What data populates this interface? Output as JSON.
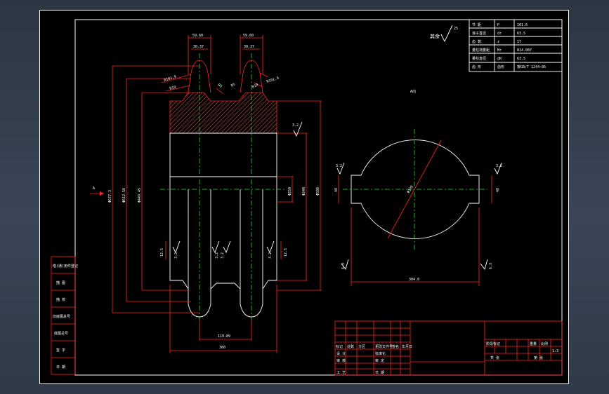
{
  "drawing": {
    "view_label": "A",
    "section_label": "A向",
    "surface_note": "其余",
    "surface_note_value": "25",
    "dims_top": {
      "left_width": "59.60",
      "right_width": "59.60",
      "left_inner": "30.37",
      "right_inner": "30.37"
    },
    "radii": {
      "left_r": "R101.9",
      "left_r2": "R10",
      "left_r3": "R5",
      "right_r": "R101.9",
      "right_r2": "R10",
      "right_r3": "R5"
    },
    "diameters": {
      "d1": "Φ677.3",
      "d2": "Φ612.58",
      "d3": "Φ449.45",
      "hub": "Φ250",
      "bore1": "Φ340",
      "bore2": "Φ580"
    },
    "roughness": {
      "r1": "3.2",
      "r2": "3.2",
      "r3": "3.2",
      "r4": "3.2",
      "r5": "3.2",
      "r6": "6.3",
      "r7": "6.3",
      "r8": "3.2",
      "r9": "3.2"
    },
    "side_values": {
      "v1": "12.5",
      "v2": "12.5"
    },
    "dims_bottom": {
      "pitch": "119.89",
      "width": "360"
    },
    "section_dims": {
      "bore_dia": "Φ320",
      "keyway": "304.0",
      "key_h_left": "48",
      "key_h_right": "48"
    }
  },
  "param_table": {
    "rows": [
      [
        "节 距",
        "P",
        "101.6"
      ],
      [
        "滚子直径",
        "dr",
        "63.5"
      ],
      [
        "齿 数",
        "z",
        "17"
      ],
      [
        "量柱测量距",
        "Mr",
        "814.087"
      ],
      [
        "量柱直径",
        "dR",
        "63.5"
      ],
      [
        "齿 形",
        "齿形",
        "按GB/T 1244—85"
      ]
    ]
  },
  "left_strip": {
    "items": [
      "借(通)用件登记",
      "描 图",
      "描 校",
      "旧底图总号",
      "底图总号",
      "签 字",
      "日 期"
    ]
  },
  "title_block": {
    "rev_headers": [
      "标记",
      "处数",
      "分区",
      "更改文件号",
      "签名",
      "年月日"
    ],
    "roles": [
      "设 计",
      "审 核",
      "工 艺"
    ],
    "role_notes": [
      "标准化",
      "审 定",
      "日 期"
    ],
    "stage_header": [
      "阶段标记",
      "重量",
      "比例"
    ],
    "scale": "1:3",
    "sheet": [
      "共 张",
      "第 张"
    ]
  }
}
